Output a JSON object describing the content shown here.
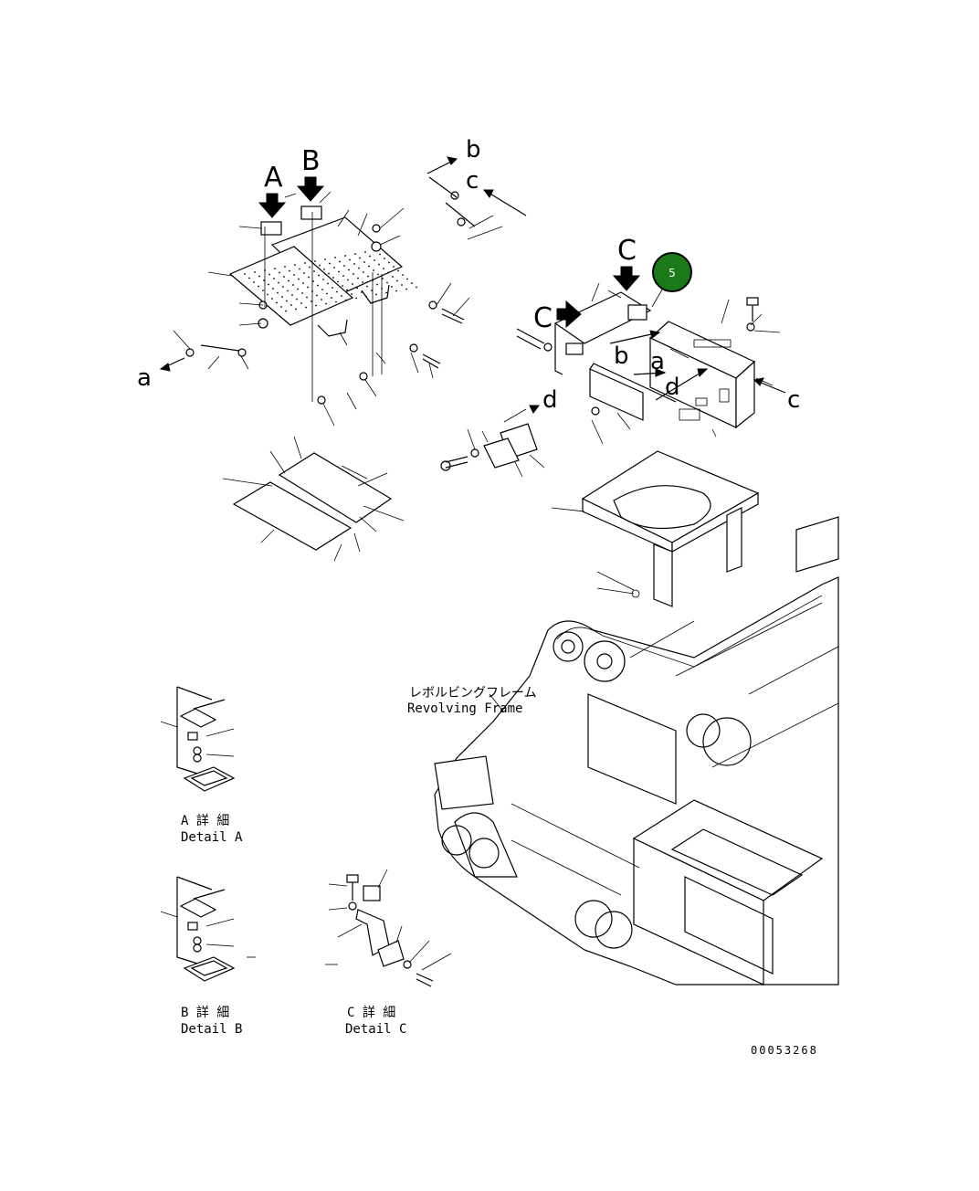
{
  "view_letters": {
    "A": "A",
    "B": "B",
    "C_top": "C",
    "C_left": "C"
  },
  "leader_letters": {
    "b_top": "b",
    "c_top": "c",
    "a_left": "a",
    "b_mid": "b",
    "a_mid": "a",
    "d_mid": "d",
    "d_right": "d",
    "c_right": "c"
  },
  "callout": {
    "number": "5",
    "color": "#1a7a1a"
  },
  "frame_label": {
    "jp": "レボルビングフレーム",
    "en": "Revolving Frame"
  },
  "details": [
    {
      "jp": "A 詳 細",
      "en": "Detail A"
    },
    {
      "jp": "B 詳 細",
      "en": "Detail B"
    },
    {
      "jp": "C 詳 細",
      "en": "Detail C"
    }
  ],
  "drawing_number": "00053268"
}
